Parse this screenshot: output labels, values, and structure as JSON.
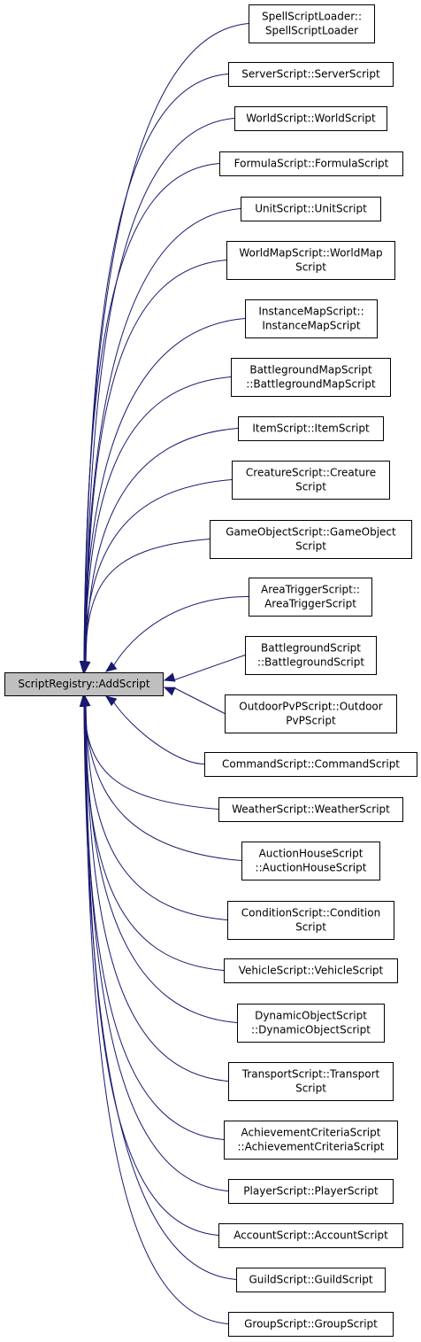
{
  "graph": {
    "root": {
      "lines": [
        "ScriptRegistry::AddScript"
      ],
      "fill": "#bfbfbf"
    },
    "callers": [
      {
        "id": "spellscriptloader",
        "lines": [
          "SpellScriptLoader::",
          "SpellScriptLoader"
        ]
      },
      {
        "id": "serverscript",
        "lines": [
          "ServerScript::ServerScript"
        ]
      },
      {
        "id": "worldscript",
        "lines": [
          "WorldScript::WorldScript"
        ]
      },
      {
        "id": "formulascript",
        "lines": [
          "FormulaScript::FormulaScript"
        ]
      },
      {
        "id": "unitscript",
        "lines": [
          "UnitScript::UnitScript"
        ]
      },
      {
        "id": "worldmapscript",
        "lines": [
          "WorldMapScript::WorldMap",
          "Script"
        ]
      },
      {
        "id": "instancemapscript",
        "lines": [
          "InstanceMapScript::",
          "InstanceMapScript"
        ]
      },
      {
        "id": "battlegroundmapscript",
        "lines": [
          "BattlegroundMapScript",
          "::BattlegroundMapScript"
        ]
      },
      {
        "id": "itemscript",
        "lines": [
          "ItemScript::ItemScript"
        ]
      },
      {
        "id": "creaturescript",
        "lines": [
          "CreatureScript::Creature",
          "Script"
        ]
      },
      {
        "id": "gameobjectscript",
        "lines": [
          "GameObjectScript::GameObject",
          "Script"
        ]
      },
      {
        "id": "areatriggerscript",
        "lines": [
          "AreaTriggerScript::",
          "AreaTriggerScript"
        ]
      },
      {
        "id": "battlegroundscript",
        "lines": [
          "BattlegroundScript",
          "::BattlegroundScript"
        ]
      },
      {
        "id": "outdoorpvpscript",
        "lines": [
          "OutdoorPvPScript::Outdoor",
          "PvPScript"
        ]
      },
      {
        "id": "commandscript",
        "lines": [
          "CommandScript::CommandScript"
        ]
      },
      {
        "id": "weatherscript",
        "lines": [
          "WeatherScript::WeatherScript"
        ]
      },
      {
        "id": "auctionhousescript",
        "lines": [
          "AuctionHouseScript",
          "::AuctionHouseScript"
        ]
      },
      {
        "id": "conditionscript",
        "lines": [
          "ConditionScript::Condition",
          "Script"
        ]
      },
      {
        "id": "vehiclescript",
        "lines": [
          "VehicleScript::VehicleScript"
        ]
      },
      {
        "id": "dynamicobjectscript",
        "lines": [
          "DynamicObjectScript",
          "::DynamicObjectScript"
        ]
      },
      {
        "id": "transportscript",
        "lines": [
          "TransportScript::Transport",
          "Script"
        ]
      },
      {
        "id": "achievementcriteriascript",
        "lines": [
          "AchievementCriteriaScript",
          "::AchievementCriteriaScript"
        ]
      },
      {
        "id": "playerscript",
        "lines": [
          "PlayerScript::PlayerScript"
        ]
      },
      {
        "id": "accountscript",
        "lines": [
          "AccountScript::AccountScript"
        ]
      },
      {
        "id": "guildscript",
        "lines": [
          "GuildScript::GuildScript"
        ]
      },
      {
        "id": "groupscript",
        "lines": [
          "GroupScript::GroupScript"
        ]
      }
    ],
    "edge_color": "#191970",
    "node_border": "#000000",
    "node_fill": "#ffffff"
  }
}
